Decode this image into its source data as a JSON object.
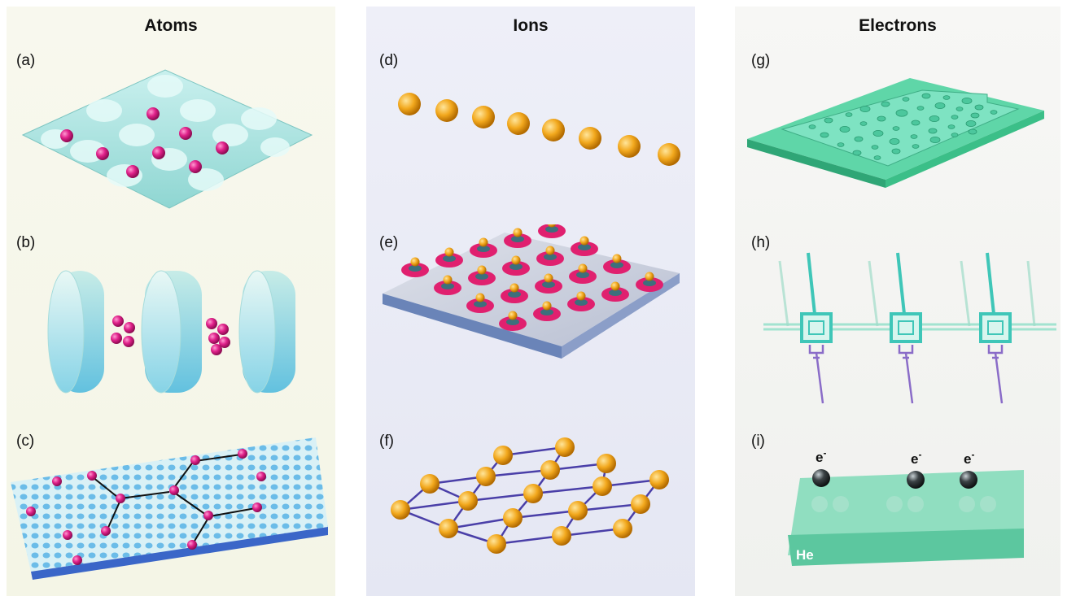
{
  "columns": [
    {
      "title": "Atoms",
      "panels": [
        "(a)",
        "(b)",
        "(c)"
      ]
    },
    {
      "title": "Ions",
      "panels": [
        "(d)",
        "(e)",
        "(f)"
      ]
    },
    {
      "title": "Electrons",
      "panels": [
        "(g)",
        "(h)",
        "(i)"
      ]
    }
  ],
  "labels": {
    "electron": "e",
    "electron_charge": "-",
    "helium": "He"
  },
  "colors": {
    "atom": "#e0218a",
    "ion": "#f2a81d",
    "lattice_surface": "#a9e3e0",
    "ion_trap_ring": "#e0206f",
    "ion_lattice_line": "#4a3fa8",
    "electron_substrate": "#49c99a",
    "electron_sphere": "#2f3437",
    "circuit_teal": "#3fc6b8",
    "circuit_purple": "#8a6cc8"
  }
}
